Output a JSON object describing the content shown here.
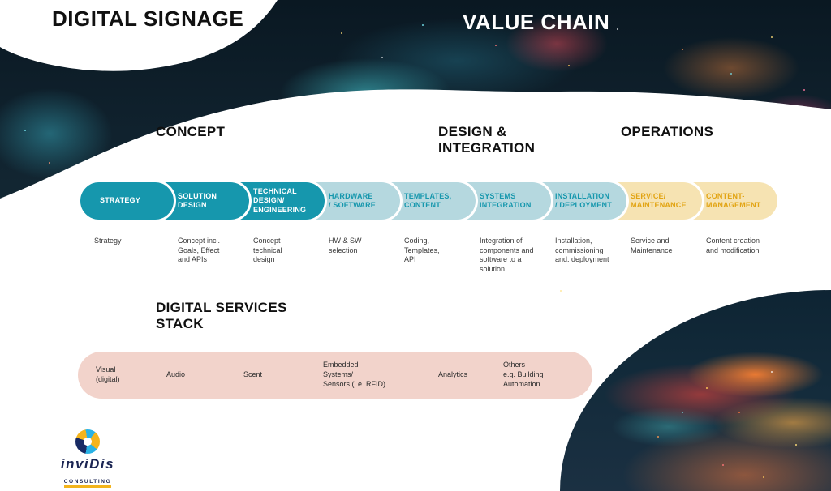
{
  "header": {
    "title_left": "DIGITAL SIGNAGE",
    "title_right": "VALUE CHAIN"
  },
  "sections": [
    {
      "label": "CONCEPT"
    },
    {
      "label": "DESIGN &\nINTEGRATION"
    },
    {
      "label": "OPERATIONS"
    }
  ],
  "chain": {
    "stages": [
      {
        "label": "STRATEGY",
        "phase": "concept",
        "description": "Strategy"
      },
      {
        "label": "SOLUTION\nDESIGN",
        "phase": "concept",
        "description": "Concept incl.\nGoals, Effect\nand APIs"
      },
      {
        "label": "TECHNICAL\nDESIGN/\nENGINEERING",
        "phase": "concept",
        "description": "Concept\ntechnical\ndesign"
      },
      {
        "label": "HARDWARE\n/ SOFTWARE",
        "phase": "design",
        "description": "HW & SW\nselection"
      },
      {
        "label": "TEMPLATES,\nCONTENT",
        "phase": "design",
        "description": "Coding,\nTemplates,\nAPI"
      },
      {
        "label": "SYSTEMS\nINTEGRATION",
        "phase": "design",
        "description": "Integration of\ncomponents and\nsoftware to a\nsolution"
      },
      {
        "label": "INSTALLATION\n/ DEPLOYMENT",
        "phase": "design",
        "description": "Installation,\ncommissioning\nand. deployment"
      },
      {
        "label": "SERVICE/\nMAINTENANCE",
        "phase": "operations",
        "description": "Service and\nMaintenance"
      },
      {
        "label": "CONTENT-\nMANAGEMENT",
        "phase": "operations",
        "description": "Content creation\nand modification"
      }
    ]
  },
  "services_stack": {
    "title": "DIGITAL SERVICES\nSTACK",
    "items": [
      "Visual\n(digital)",
      "Audio",
      "Scent",
      "Embedded\nSystems/\nSensors (i.e. RFID)",
      "Analytics",
      "Others\ne.g. Building\nAutomation"
    ]
  },
  "logo": {
    "name": "inviDis",
    "subtitle": "CONSULTING"
  },
  "colors": {
    "teal": "#1697ad",
    "light_blue": "#b5d8df",
    "yellow": "#f6e3b2",
    "yellow_text": "#e2a413",
    "pink": "#f2d3cb"
  }
}
